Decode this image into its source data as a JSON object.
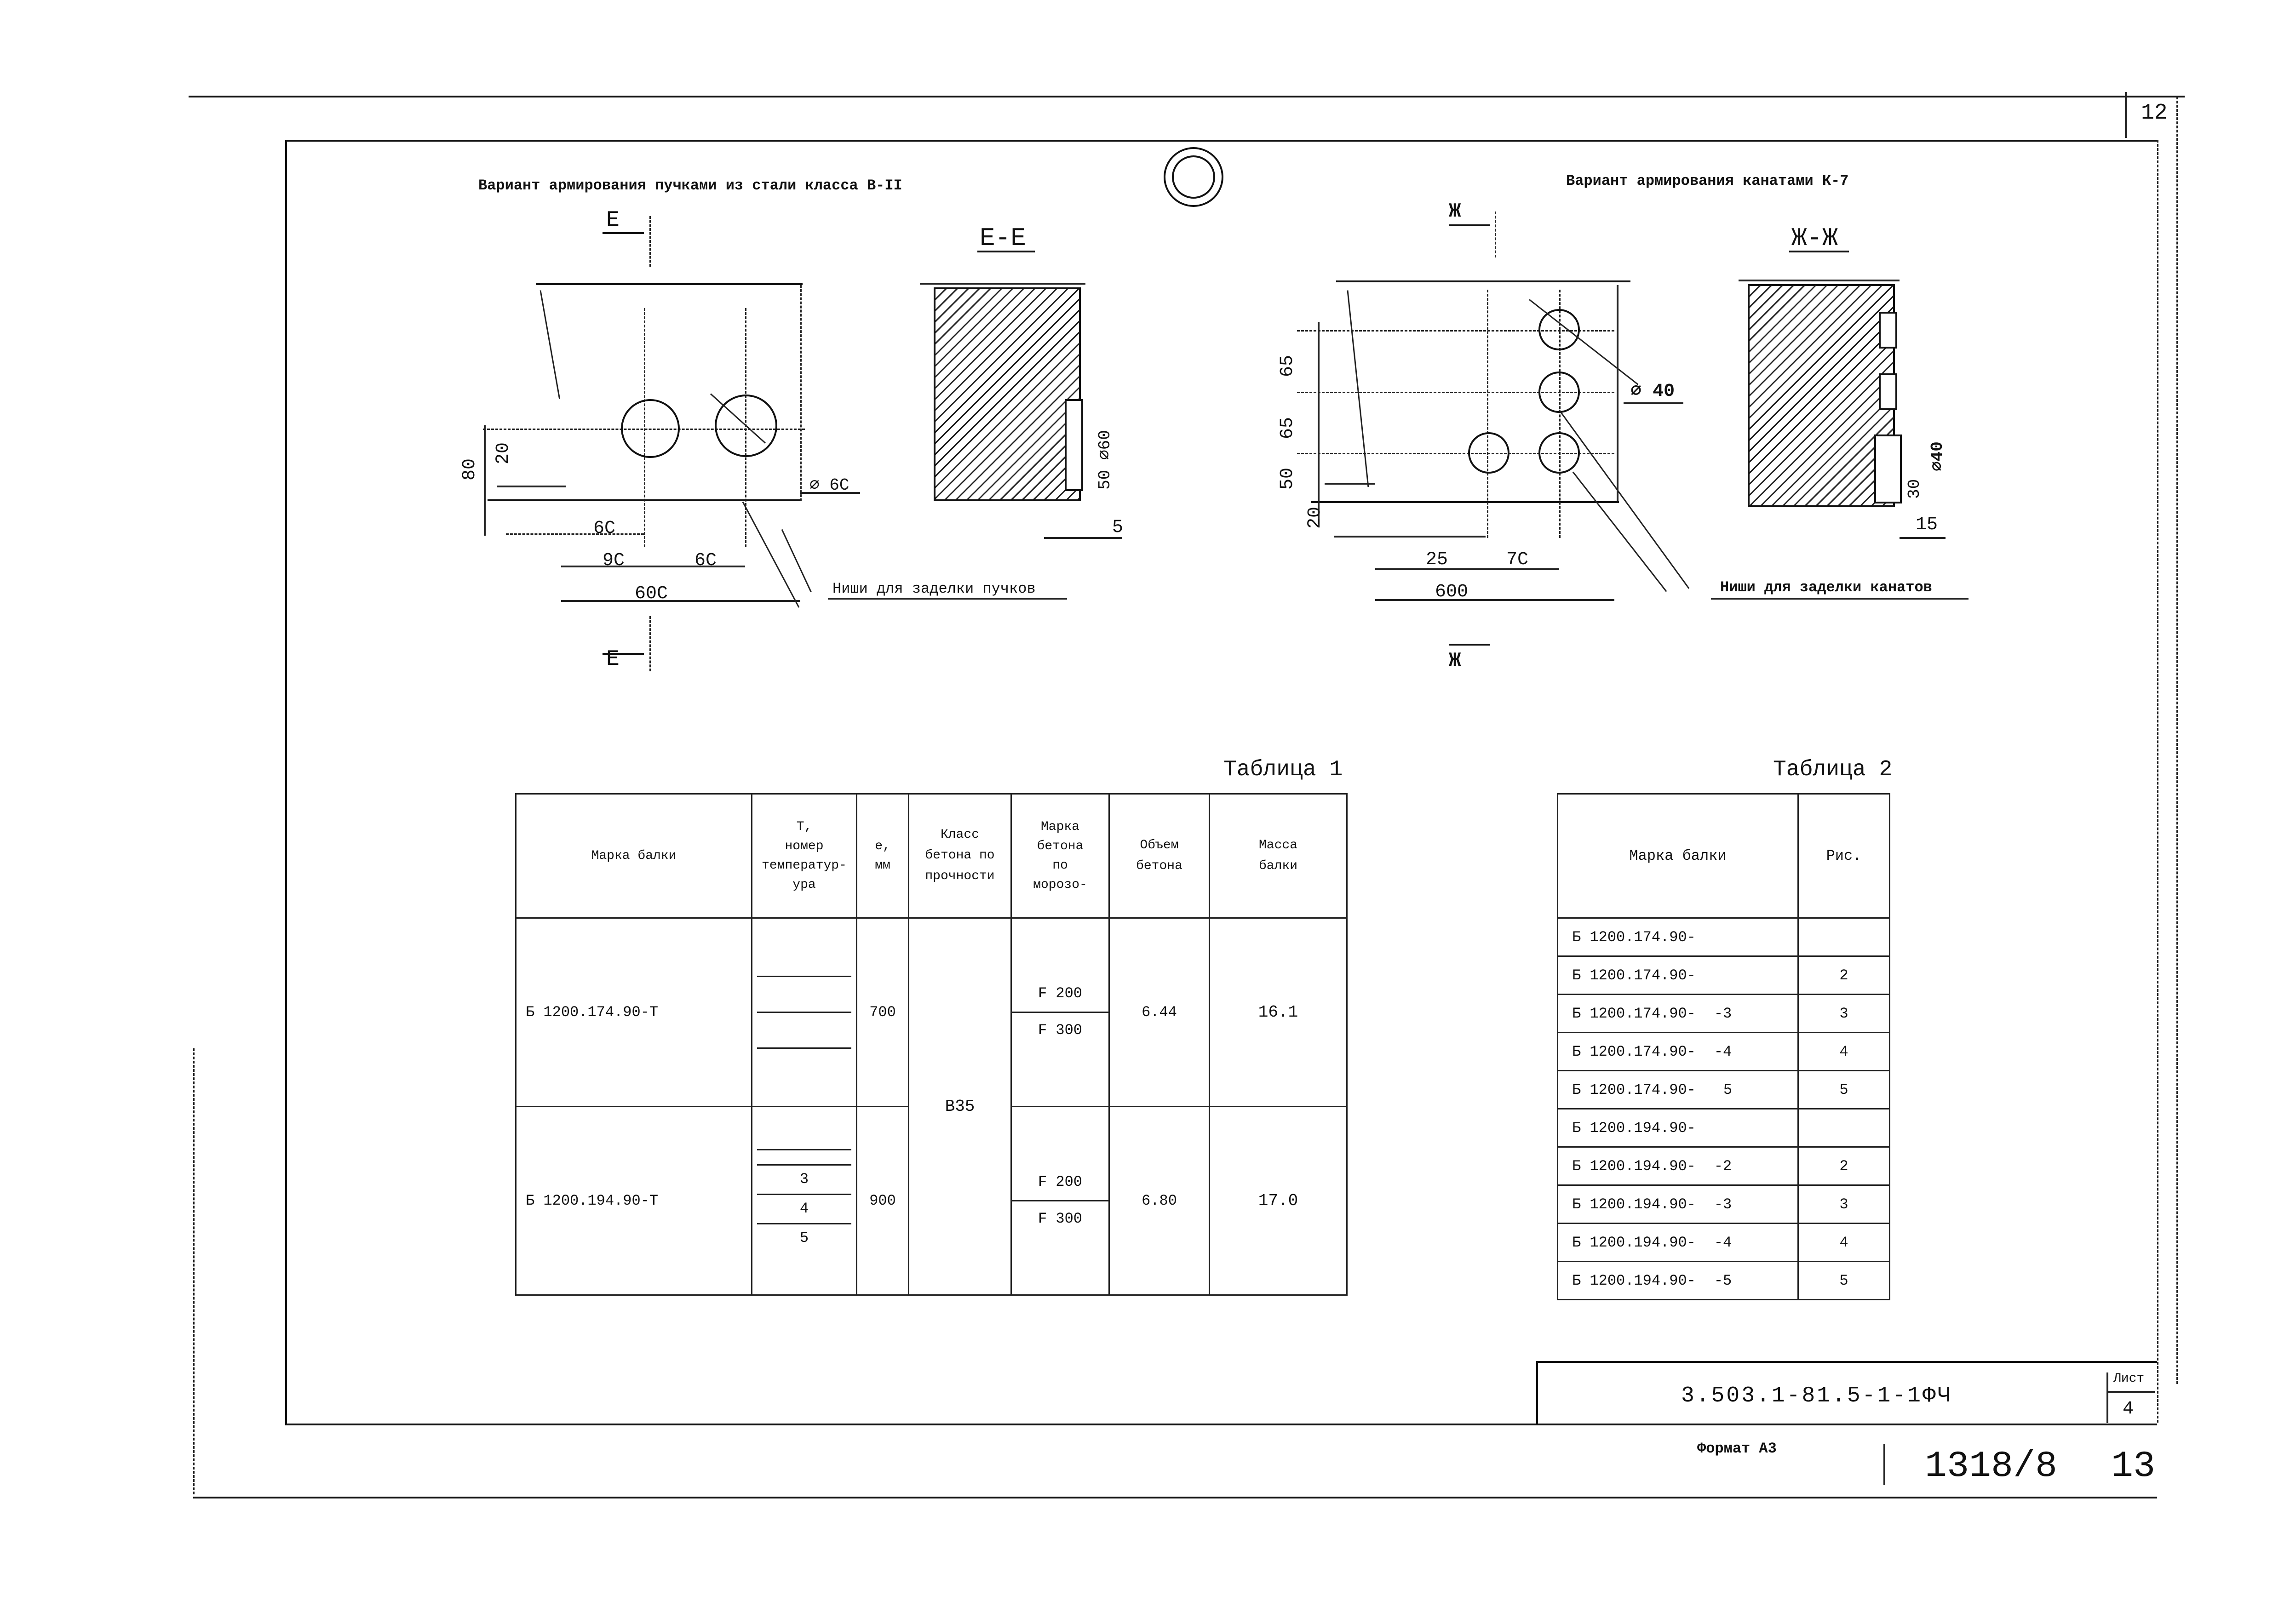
{
  "sheet": {
    "top_right_page": "12",
    "format_label": "Формат А3",
    "archive_number": "1318/8",
    "archive_page": "13",
    "doc_code": "3.503.1-81.5-1-1ФЧ",
    "sheet_label": "Лист",
    "sheet_number": "4"
  },
  "left_drawing": {
    "title": "Вариант армирования пучками из стали класса В-II",
    "section_mark_top": "Е",
    "section_mark_bottom": "Е",
    "section_title": "Е-Е",
    "dim_80": "80",
    "dim_20": "20",
    "dim_60_a": "6С",
    "dim_90": "9С",
    "dim_60_b": "6С",
    "dim_600": "60С",
    "dia_label": "⌀ 6С",
    "niche_label": "Ниши для заделки пучков",
    "section_dim_60": "⌀60",
    "section_dim_50": "50",
    "section_dim_5": "5"
  },
  "right_drawing": {
    "title": "Вариант армирования канатами К-7",
    "section_mark_top": "Ж",
    "section_mark_bottom": "Ж",
    "section_title": "Ж-Ж",
    "dim_65_a": "65",
    "dim_65_b": "65",
    "dim_50": "50",
    "dim_20": "20",
    "dim_25": "25",
    "dim_70": "7С",
    "dim_600": "600",
    "dia_label": "⌀ 40",
    "niche_label": "Ниши для заделки канатов",
    "section_dim_40": "⌀40",
    "section_dim_30": "30",
    "section_dim_15": "15"
  },
  "table1": {
    "caption": "Таблица 1",
    "headers": {
      "mark": "Марка балки",
      "num_a": "Т,",
      "num_b": "номер",
      "num_c": "температур-",
      "num_d": "ура",
      "e_a": "е,",
      "e_b": "мм",
      "cls_a": "Класс",
      "cls_b": "бетона по",
      "cls_c": "прочности",
      "frost_a": "Марка",
      "frost_b": "бетона",
      "frost_c": "по",
      "frost_d": "морозо-",
      "vol_a": "Объем",
      "vol_b": "бетона",
      "mass_a": "Масса",
      "mass_b": "балки"
    },
    "rows": [
      {
        "mark": "Б 1200.174.90-Т",
        "e": "700",
        "frost_1": "F 200",
        "frost_2": "F 300",
        "vol": "6.44",
        "mass": "16.1"
      },
      {
        "mark": "Б 1200.194.90-Т",
        "e": "900",
        "frost_1": "F 200",
        "frost_2": "F 300",
        "vol": "6.80",
        "mass": "17.0",
        "nums": [
          "3",
          "4",
          "5"
        ]
      }
    ],
    "class_value": "В35"
  },
  "table2": {
    "caption": "Таблица 2",
    "headers": {
      "mark": "Марка балки",
      "fig": "Рис."
    },
    "rows": [
      {
        "mark": "Б 1200.174.90-",
        "fig": ""
      },
      {
        "mark": "Б 1200.174.90-",
        "fig": "2"
      },
      {
        "mark": "Б 1200.174.90-",
        "suffix": "-3",
        "fig": "3"
      },
      {
        "mark": "Б 1200.174.90-",
        "suffix": "-4",
        "fig": "4"
      },
      {
        "mark": "Б 1200.174.90-",
        "suffix": "5",
        "fig": "5"
      },
      {
        "mark": "Б 1200.194.90-",
        "fig": ""
      },
      {
        "mark": "Б 1200.194.90-",
        "suffix": "-2",
        "fig": "2"
      },
      {
        "mark": "Б 1200.194.90-",
        "suffix": "-3",
        "fig": "3"
      },
      {
        "mark": "Б 1200.194.90-",
        "suffix": "-4",
        "fig": "4"
      },
      {
        "mark": "Б 1200.194.90-",
        "suffix": "-5",
        "fig": "5"
      }
    ]
  }
}
